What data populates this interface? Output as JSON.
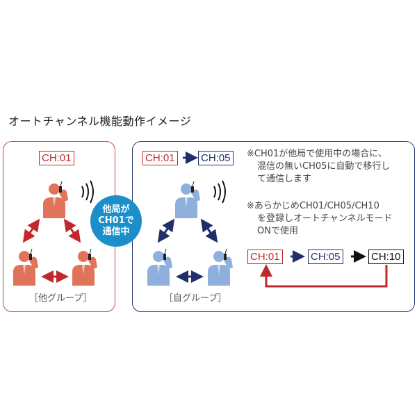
{
  "title": "オートチャンネル機能動作イメージ",
  "other_group": {
    "channel": "CH:01",
    "label": "［他グループ］",
    "color": "#c94848"
  },
  "bubble": {
    "line1": "他局が",
    "line2": "CH01で",
    "line3": "通信中",
    "color": "#1b8fca"
  },
  "own_group": {
    "channel_from": "CH:01",
    "channel_to": "CH:05",
    "label": "［自グループ］",
    "color": "#2b3a70"
  },
  "notes": [
    {
      "line1": "※CH01が他局で使用中の場合に、",
      "line2": "混信の無いCH05に自動で移行し",
      "line3": "て通信します"
    },
    {
      "line1": "※あらかじめCH01/CH05/CH10",
      "line2": "を登録しオートチャンネルモード",
      "line3": "ONで使用"
    }
  ],
  "sequence": [
    "CH:01",
    "CH:05",
    "CH:10"
  ]
}
